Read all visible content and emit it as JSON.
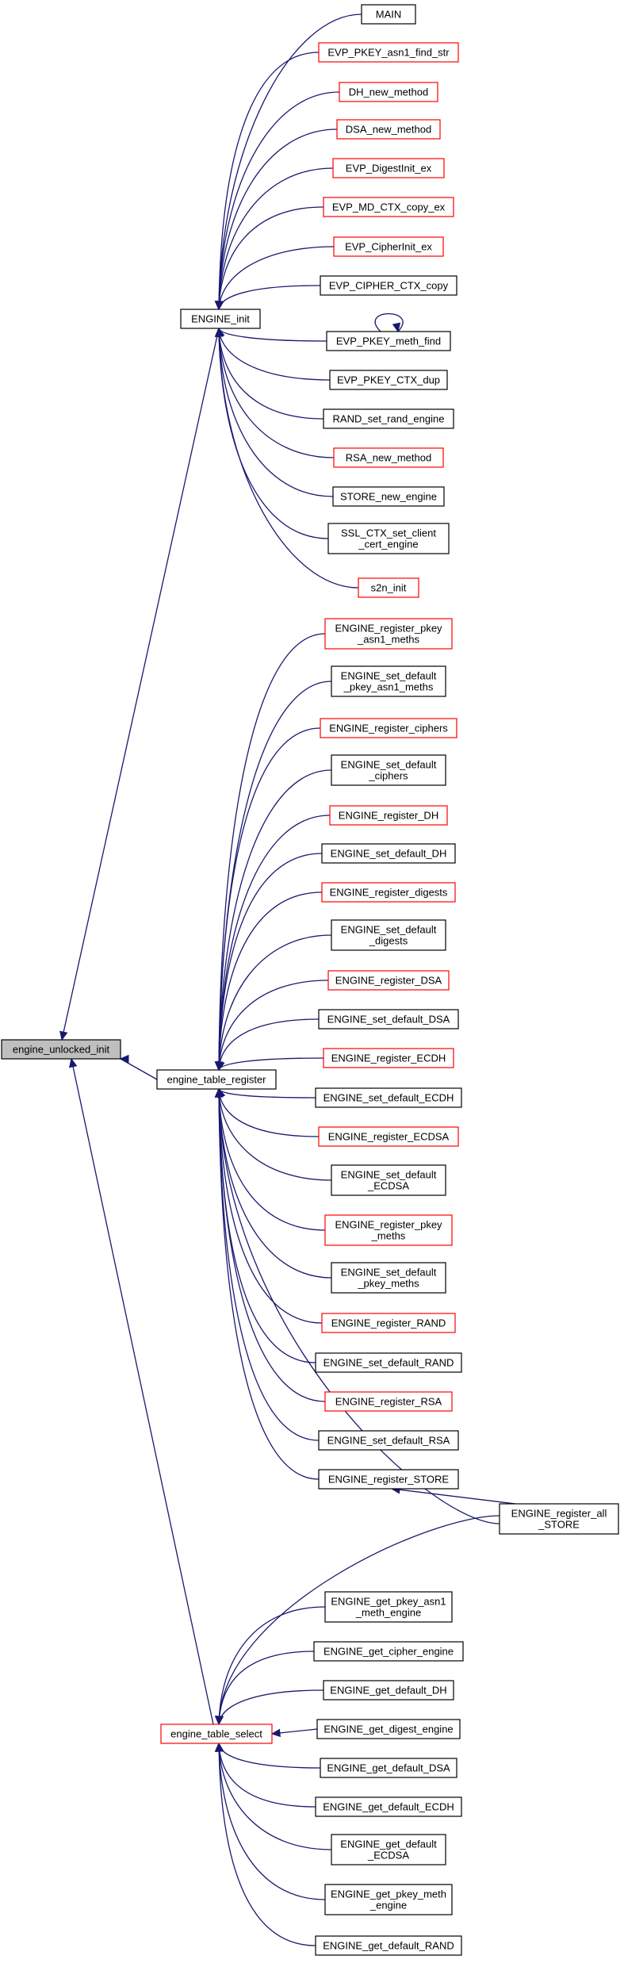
{
  "colors": {
    "edge": "#191970",
    "normal_border": "#000000",
    "partial_border": "#ff0000",
    "root_fill": "#bfbfbf",
    "fill": "#ffffff"
  },
  "root": {
    "id": "root",
    "lines": [
      "engine_unlocked_init"
    ],
    "style": "root"
  },
  "hubs": [
    {
      "id": "hub_init",
      "lines": [
        "ENGINE_init"
      ],
      "style": "normal"
    },
    {
      "id": "hub_register",
      "lines": [
        "engine_table_register"
      ],
      "style": "normal"
    },
    {
      "id": "hub_select",
      "lines": [
        "engine_table_select"
      ],
      "style": "partial"
    }
  ],
  "callers": [
    {
      "id": "c1",
      "lines": [
        "MAIN"
      ],
      "style": "normal"
    },
    {
      "id": "c2",
      "lines": [
        "EVP_PKEY_asn1_find_str"
      ],
      "style": "partial"
    },
    {
      "id": "c3",
      "lines": [
        "DH_new_method"
      ],
      "style": "partial"
    },
    {
      "id": "c4",
      "lines": [
        "DSA_new_method"
      ],
      "style": "partial"
    },
    {
      "id": "c5",
      "lines": [
        "EVP_DigestInit_ex"
      ],
      "style": "partial"
    },
    {
      "id": "c6",
      "lines": [
        "EVP_MD_CTX_copy_ex"
      ],
      "style": "partial"
    },
    {
      "id": "c7",
      "lines": [
        "EVP_CipherInit_ex"
      ],
      "style": "partial"
    },
    {
      "id": "c8",
      "lines": [
        "EVP_CIPHER_CTX_copy"
      ],
      "style": "normal"
    },
    {
      "id": "c9",
      "lines": [
        "EVP_PKEY_meth_find"
      ],
      "style": "normal"
    },
    {
      "id": "c10",
      "lines": [
        "EVP_PKEY_CTX_dup"
      ],
      "style": "normal"
    },
    {
      "id": "c11",
      "lines": [
        "RAND_set_rand_engine"
      ],
      "style": "normal"
    },
    {
      "id": "c12",
      "lines": [
        "RSA_new_method"
      ],
      "style": "partial"
    },
    {
      "id": "c13",
      "lines": [
        "STORE_new_engine"
      ],
      "style": "normal"
    },
    {
      "id": "c14",
      "lines": [
        "SSL_CTX_set_client",
        "_cert_engine"
      ],
      "style": "normal"
    },
    {
      "id": "c15",
      "lines": [
        "s2n_init"
      ],
      "style": "partial"
    },
    {
      "id": "r1",
      "lines": [
        "ENGINE_register_pkey",
        "_asn1_meths"
      ],
      "style": "partial"
    },
    {
      "id": "r2",
      "lines": [
        "ENGINE_set_default",
        "_pkey_asn1_meths"
      ],
      "style": "normal"
    },
    {
      "id": "r3",
      "lines": [
        "ENGINE_register_ciphers"
      ],
      "style": "partial"
    },
    {
      "id": "r4",
      "lines": [
        "ENGINE_set_default",
        "_ciphers"
      ],
      "style": "normal"
    },
    {
      "id": "r5",
      "lines": [
        "ENGINE_register_DH"
      ],
      "style": "partial"
    },
    {
      "id": "r6",
      "lines": [
        "ENGINE_set_default_DH"
      ],
      "style": "normal"
    },
    {
      "id": "r7",
      "lines": [
        "ENGINE_register_digests"
      ],
      "style": "partial"
    },
    {
      "id": "r8",
      "lines": [
        "ENGINE_set_default",
        "_digests"
      ],
      "style": "normal"
    },
    {
      "id": "r9",
      "lines": [
        "ENGINE_register_DSA"
      ],
      "style": "partial"
    },
    {
      "id": "r10",
      "lines": [
        "ENGINE_set_default_DSA"
      ],
      "style": "normal"
    },
    {
      "id": "r11",
      "lines": [
        "ENGINE_register_ECDH"
      ],
      "style": "partial"
    },
    {
      "id": "r12",
      "lines": [
        "ENGINE_set_default_ECDH"
      ],
      "style": "normal"
    },
    {
      "id": "r13",
      "lines": [
        "ENGINE_register_ECDSA"
      ],
      "style": "partial"
    },
    {
      "id": "r14",
      "lines": [
        "ENGINE_set_default",
        "_ECDSA"
      ],
      "style": "normal"
    },
    {
      "id": "r15",
      "lines": [
        "ENGINE_register_pkey",
        "_meths"
      ],
      "style": "partial"
    },
    {
      "id": "r16",
      "lines": [
        "ENGINE_set_default",
        "_pkey_meths"
      ],
      "style": "normal"
    },
    {
      "id": "r17",
      "lines": [
        "ENGINE_register_RAND"
      ],
      "style": "partial"
    },
    {
      "id": "r18",
      "lines": [
        "ENGINE_set_default_RAND"
      ],
      "style": "normal"
    },
    {
      "id": "r19",
      "lines": [
        "ENGINE_register_RSA"
      ],
      "style": "partial"
    },
    {
      "id": "r20",
      "lines": [
        "ENGINE_set_default_RSA"
      ],
      "style": "normal"
    },
    {
      "id": "r21",
      "lines": [
        "ENGINE_register_STORE"
      ],
      "style": "normal"
    },
    {
      "id": "rall",
      "lines": [
        "ENGINE_register_all",
        "_STORE"
      ],
      "style": "normal"
    },
    {
      "id": "s1",
      "lines": [
        "ENGINE_get_pkey_asn1",
        "_meth_engine"
      ],
      "style": "normal"
    },
    {
      "id": "s2",
      "lines": [
        "ENGINE_get_cipher_engine"
      ],
      "style": "normal"
    },
    {
      "id": "s3",
      "lines": [
        "ENGINE_get_default_DH"
      ],
      "style": "normal"
    },
    {
      "id": "s4",
      "lines": [
        "ENGINE_get_digest_engine"
      ],
      "style": "normal"
    },
    {
      "id": "s5",
      "lines": [
        "ENGINE_get_default_DSA"
      ],
      "style": "normal"
    },
    {
      "id": "s6",
      "lines": [
        "ENGINE_get_default_ECDH"
      ],
      "style": "normal"
    },
    {
      "id": "s7",
      "lines": [
        "ENGINE_get_default",
        "_ECDSA"
      ],
      "style": "normal"
    },
    {
      "id": "s8",
      "lines": [
        "ENGINE_get_pkey_meth",
        "_engine"
      ],
      "style": "normal"
    },
    {
      "id": "s9",
      "lines": [
        "ENGINE_get_default_RAND"
      ],
      "style": "normal"
    }
  ],
  "edges": [
    {
      "from": "hub_init",
      "to": "root"
    },
    {
      "from": "hub_register",
      "to": "root"
    },
    {
      "from": "hub_select",
      "to": "root"
    },
    {
      "from": "c1",
      "to": "hub_init"
    },
    {
      "from": "c2",
      "to": "hub_init"
    },
    {
      "from": "c3",
      "to": "hub_init"
    },
    {
      "from": "c4",
      "to": "hub_init"
    },
    {
      "from": "c5",
      "to": "hub_init"
    },
    {
      "from": "c6",
      "to": "hub_init"
    },
    {
      "from": "c7",
      "to": "hub_init"
    },
    {
      "from": "c8",
      "to": "hub_init"
    },
    {
      "from": "c9",
      "to": "hub_init"
    },
    {
      "from": "c10",
      "to": "hub_init"
    },
    {
      "from": "c11",
      "to": "hub_init"
    },
    {
      "from": "c12",
      "to": "hub_init"
    },
    {
      "from": "c13",
      "to": "hub_init"
    },
    {
      "from": "c14",
      "to": "hub_init"
    },
    {
      "from": "c15",
      "to": "hub_init"
    },
    {
      "from": "c9",
      "to": "c9"
    },
    {
      "from": "r1",
      "to": "hub_register"
    },
    {
      "from": "r2",
      "to": "hub_register"
    },
    {
      "from": "r3",
      "to": "hub_register"
    },
    {
      "from": "r4",
      "to": "hub_register"
    },
    {
      "from": "r5",
      "to": "hub_register"
    },
    {
      "from": "r6",
      "to": "hub_register"
    },
    {
      "from": "r7",
      "to": "hub_register"
    },
    {
      "from": "r8",
      "to": "hub_register"
    },
    {
      "from": "r9",
      "to": "hub_register"
    },
    {
      "from": "r10",
      "to": "hub_register"
    },
    {
      "from": "r11",
      "to": "hub_register"
    },
    {
      "from": "r12",
      "to": "hub_register"
    },
    {
      "from": "r13",
      "to": "hub_register"
    },
    {
      "from": "r14",
      "to": "hub_register"
    },
    {
      "from": "r15",
      "to": "hub_register"
    },
    {
      "from": "r16",
      "to": "hub_register"
    },
    {
      "from": "r17",
      "to": "hub_register"
    },
    {
      "from": "r18",
      "to": "hub_register"
    },
    {
      "from": "r19",
      "to": "hub_register"
    },
    {
      "from": "r20",
      "to": "hub_register"
    },
    {
      "from": "r21",
      "to": "hub_register"
    },
    {
      "from": "rall",
      "to": "hub_register"
    },
    {
      "from": "rall",
      "to": "r21"
    },
    {
      "from": "rall",
      "to": "hub_select"
    },
    {
      "from": "s1",
      "to": "hub_select"
    },
    {
      "from": "s2",
      "to": "hub_select"
    },
    {
      "from": "s3",
      "to": "hub_select"
    },
    {
      "from": "s4",
      "to": "hub_select"
    },
    {
      "from": "s5",
      "to": "hub_select"
    },
    {
      "from": "s6",
      "to": "hub_select"
    },
    {
      "from": "s7",
      "to": "hub_select"
    },
    {
      "from": "s8",
      "to": "hub_select"
    },
    {
      "from": "s9",
      "to": "hub_select"
    }
  ]
}
